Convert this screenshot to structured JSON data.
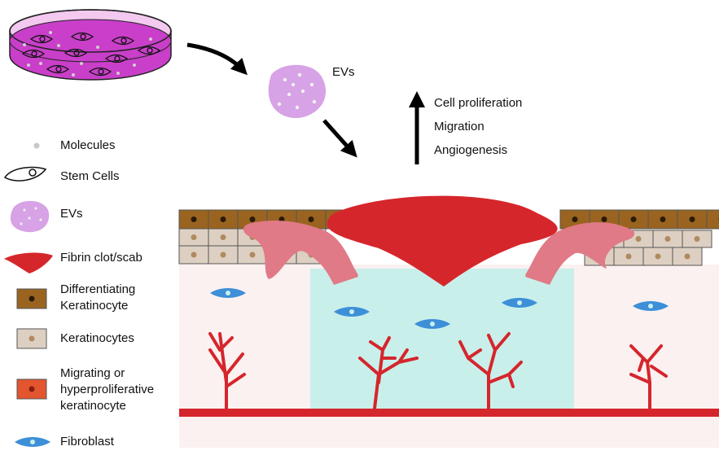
{
  "top": {
    "evs_label": "EVs",
    "effects": [
      "Cell proliferation",
      "Migration",
      "Angiogenesis"
    ]
  },
  "legend": [
    {
      "key": "molecules",
      "label": "Molecules"
    },
    {
      "key": "stem-cells",
      "label": "Stem Cells"
    },
    {
      "key": "evs",
      "label": "EVs"
    },
    {
      "key": "fibrin-clot",
      "label": "Fibrin clot/scab"
    },
    {
      "key": "differentiating-keratinocyte",
      "label": "Differentiating\nKeratinocyte"
    },
    {
      "key": "keratinocytes",
      "label": "Keratinocytes"
    },
    {
      "key": "migrating-keratinocyte",
      "label": "Migrating or\nhyperproliferative\nkeratinocyte"
    },
    {
      "key": "fibroblast",
      "label": "Fibroblast"
    }
  ],
  "colors": {
    "dish_purple": "#c93fc9",
    "ev_lavender": "#d7a2e6",
    "clot_red": "#d5262c",
    "clot_pink": "#e07a86",
    "differentiating_brown": "#9a6420",
    "keratinocyte_beige": "#ddd0c2",
    "migrating_orange": "#e2552f",
    "fibroblast_blue": "#3d8fd8",
    "wound_cyan": "#c9efeb",
    "dermis_pink": "#fbf1f1",
    "vessel_red": "#d5262c"
  }
}
